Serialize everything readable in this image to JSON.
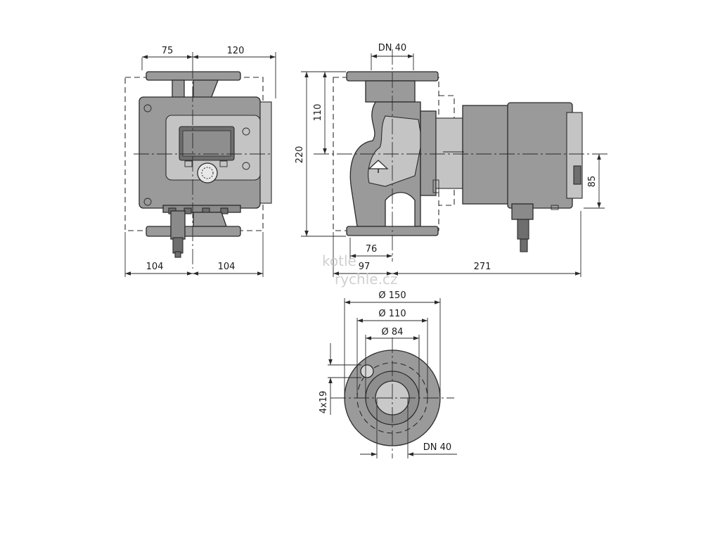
{
  "dimensions": {
    "front_top_left": "75",
    "front_top_right": "120",
    "front_bottom_left": "104",
    "front_bottom_right": "104",
    "side_top": "DN 40",
    "side_height_110": "110",
    "side_height_220": "220",
    "side_85": "85",
    "side_76": "76",
    "side_97": "97",
    "side_271": "271",
    "flange_d150": "Ø 150",
    "flange_d110": "Ø 110",
    "flange_d84": "Ø 84",
    "flange_holes": "4x19",
    "flange_dn": "DN 40"
  },
  "watermark": {
    "line1": "kotle",
    "line2": "rychle.cz"
  }
}
